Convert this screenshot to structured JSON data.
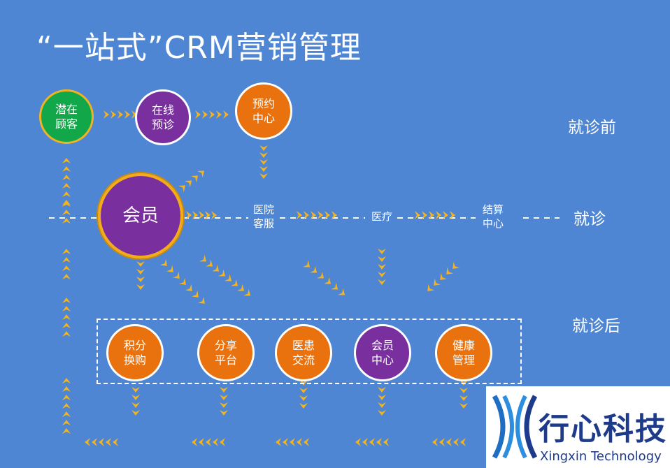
{
  "title": "“一站式”CRM营销管理",
  "phases": {
    "before": "就诊前",
    "during": "就诊",
    "after": "就诊后"
  },
  "nodes": {
    "potential_customer": "潜在\n顾客",
    "online_pre_diagnosis": "在线\n预诊",
    "appointment_center": "预约\n中心",
    "member": "会员"
  },
  "flow_labels": {
    "hospital_service": "医院\n客服",
    "medical": "医疗",
    "settlement_center": "结算\n中心"
  },
  "after_nodes": [
    {
      "label": "积分\n换购",
      "color": "#ea720e"
    },
    {
      "label": "分享\n平台",
      "color": "#ea720e"
    },
    {
      "label": "医患\n交流",
      "color": "#ea720e"
    },
    {
      "label": "会员\n中心",
      "color": "#7a2f9e"
    },
    {
      "label": "健康\n管理",
      "color": "#ea720e"
    }
  ],
  "logo": {
    "chinese": "行心科技",
    "english": "Xingxin Technology"
  },
  "colors": {
    "background": "#4f86d4",
    "arrow": "#f5b31c",
    "orange": "#ea720e",
    "purple": "#7a2f9e",
    "green": "#12a84a",
    "logo_blue": "#1e3a8a"
  }
}
